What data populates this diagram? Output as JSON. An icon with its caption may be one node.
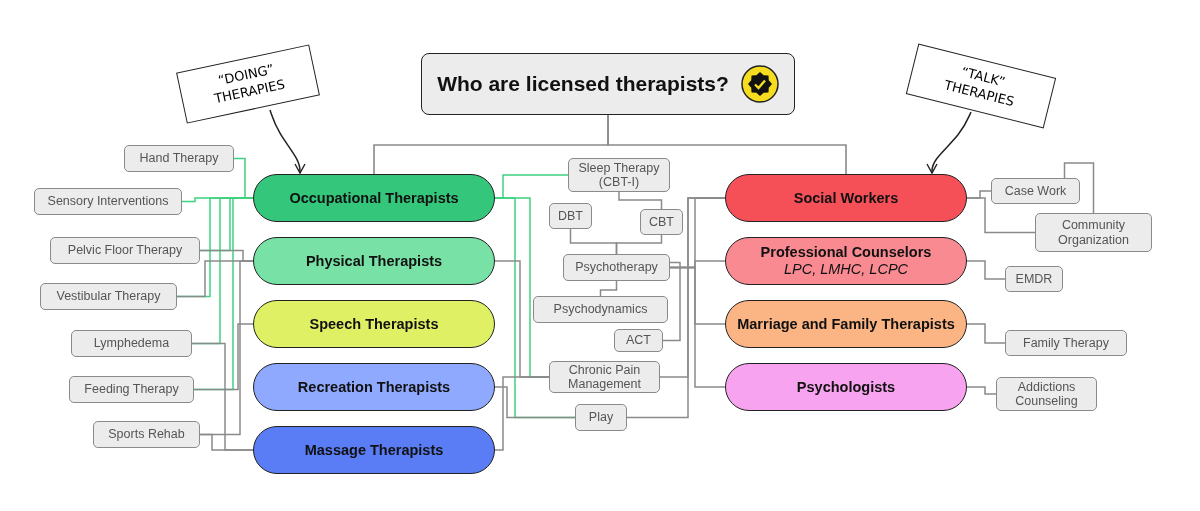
{
  "diagram": {
    "nodes": [
      {
        "text": [
          "Who are licensed therapists?"
        ]
      },
      {
        "text": [
          "“DOING” THERAPIES"
        ]
      },
      {
        "text": [
          "“TALK” THERAPIES"
        ]
      },
      {
        "text": [
          "Occupational Therapists"
        ]
      },
      {
        "text": [
          "Physical Therapists"
        ]
      },
      {
        "text": [
          "Speech Therapists"
        ]
      },
      {
        "text": [
          "Recreation Therapists"
        ]
      },
      {
        "text": [
          "Massage Therapists"
        ]
      },
      {
        "text": [
          "Social Workers"
        ]
      },
      {
        "text": [
          "Professional Counselors",
          "LPC, LMHC, LCPC"
        ]
      },
      {
        "text": [
          "Marriage and Family Therapists"
        ]
      },
      {
        "text": [
          "Psychologists"
        ]
      },
      {
        "text": [
          "Hand Therapy"
        ]
      },
      {
        "text": [
          "Sensory Interventions"
        ]
      },
      {
        "text": [
          "Pelvic Floor Therapy"
        ]
      },
      {
        "text": [
          "Vestibular Therapy"
        ]
      },
      {
        "text": [
          "Lymphedema"
        ]
      },
      {
        "text": [
          "Feeding Therapy"
        ]
      },
      {
        "text": [
          "Sports Rehab"
        ]
      },
      {
        "text": [
          "Sleep Therapy (CBT-I)"
        ]
      },
      {
        "text": [
          "DBT"
        ]
      },
      {
        "text": [
          "CBT"
        ]
      },
      {
        "text": [
          "Psychotherapy"
        ]
      },
      {
        "text": [
          "Psychodynamics"
        ]
      },
      {
        "text": [
          "ACT"
        ]
      },
      {
        "text": [
          "Chronic Pain Management"
        ]
      },
      {
        "text": [
          "Play"
        ]
      },
      {
        "text": [
          "Case Work"
        ]
      },
      {
        "text": [
          "Community Organization"
        ]
      },
      {
        "text": [
          "EMDR"
        ]
      },
      {
        "text": [
          "Family Therapy"
        ]
      },
      {
        "text": [
          "Addictions Counseling"
        ]
      }
    ],
    "edges": [
      {
        "from": 0,
        "to": 3,
        "arrow": "none"
      },
      {
        "from": 0,
        "to": 8,
        "arrow": "none"
      },
      {
        "from": 1,
        "to": 3,
        "arrow": "to",
        "color": "#222222"
      },
      {
        "from": 2,
        "to": 8,
        "arrow": "to",
        "color": "#222222"
      },
      {
        "from": 3,
        "to": 12,
        "arrow": "none",
        "color": "#3fd17f"
      },
      {
        "from": 3,
        "to": 13,
        "arrow": "none",
        "color": "#3fd17f"
      },
      {
        "from": 3,
        "to": 14,
        "arrow": "none",
        "color": "#3fd17f"
      },
      {
        "from": 3,
        "to": 15,
        "arrow": "none",
        "color": "#3fd17f"
      },
      {
        "from": 3,
        "to": 16,
        "arrow": "none",
        "color": "#3fd17f"
      },
      {
        "from": 3,
        "to": 17,
        "arrow": "none",
        "color": "#3fd17f"
      },
      {
        "from": 3,
        "to": 19,
        "arrow": "none",
        "color": "#3fd17f"
      },
      {
        "from": 3,
        "to": 25,
        "arrow": "none",
        "color": "#3fd17f"
      },
      {
        "from": 3,
        "to": 26,
        "arrow": "none",
        "color": "#3fd17f"
      },
      {
        "from": 4,
        "to": 14,
        "arrow": "none"
      },
      {
        "from": 4,
        "to": 15,
        "arrow": "none"
      },
      {
        "from": 4,
        "to": 18,
        "arrow": "none"
      },
      {
        "from": 4,
        "to": 25,
        "arrow": "none"
      },
      {
        "from": 5,
        "to": 17,
        "arrow": "none"
      },
      {
        "from": 6,
        "to": 26,
        "arrow": "none"
      },
      {
        "from": 7,
        "to": 25,
        "arrow": "none"
      },
      {
        "from": 7,
        "to": 16,
        "arrow": "none"
      },
      {
        "from": 7,
        "to": 18,
        "arrow": "none"
      },
      {
        "from": 22,
        "to": 20,
        "arrow": "none"
      },
      {
        "from": 22,
        "to": 21,
        "arrow": "none"
      },
      {
        "from": 21,
        "to": 19,
        "arrow": "none"
      },
      {
        "from": 22,
        "to": 23,
        "arrow": "none"
      },
      {
        "from": 22,
        "to": 24,
        "arrow": "none"
      },
      {
        "from": 22,
        "to": 8,
        "arrow": "none"
      },
      {
        "from": 22,
        "to": 9,
        "arrow": "none"
      },
      {
        "from": 22,
        "to": 10,
        "arrow": "none"
      },
      {
        "from": 22,
        "to": 11,
        "arrow": "none"
      },
      {
        "from": 25,
        "to": 8,
        "arrow": "none"
      },
      {
        "from": 26,
        "to": 8,
        "arrow": "none"
      },
      {
        "from": 8,
        "to": 27,
        "arrow": "none"
      },
      {
        "from": 8,
        "to": 28,
        "arrow": "none"
      },
      {
        "from": 27,
        "to": 28,
        "arrow": "none"
      },
      {
        "from": 9,
        "to": 29,
        "arrow": "none"
      },
      {
        "from": 10,
        "to": 30,
        "arrow": "none"
      },
      {
        "from": 11,
        "to": 31,
        "arrow": "none"
      }
    ]
  }
}
